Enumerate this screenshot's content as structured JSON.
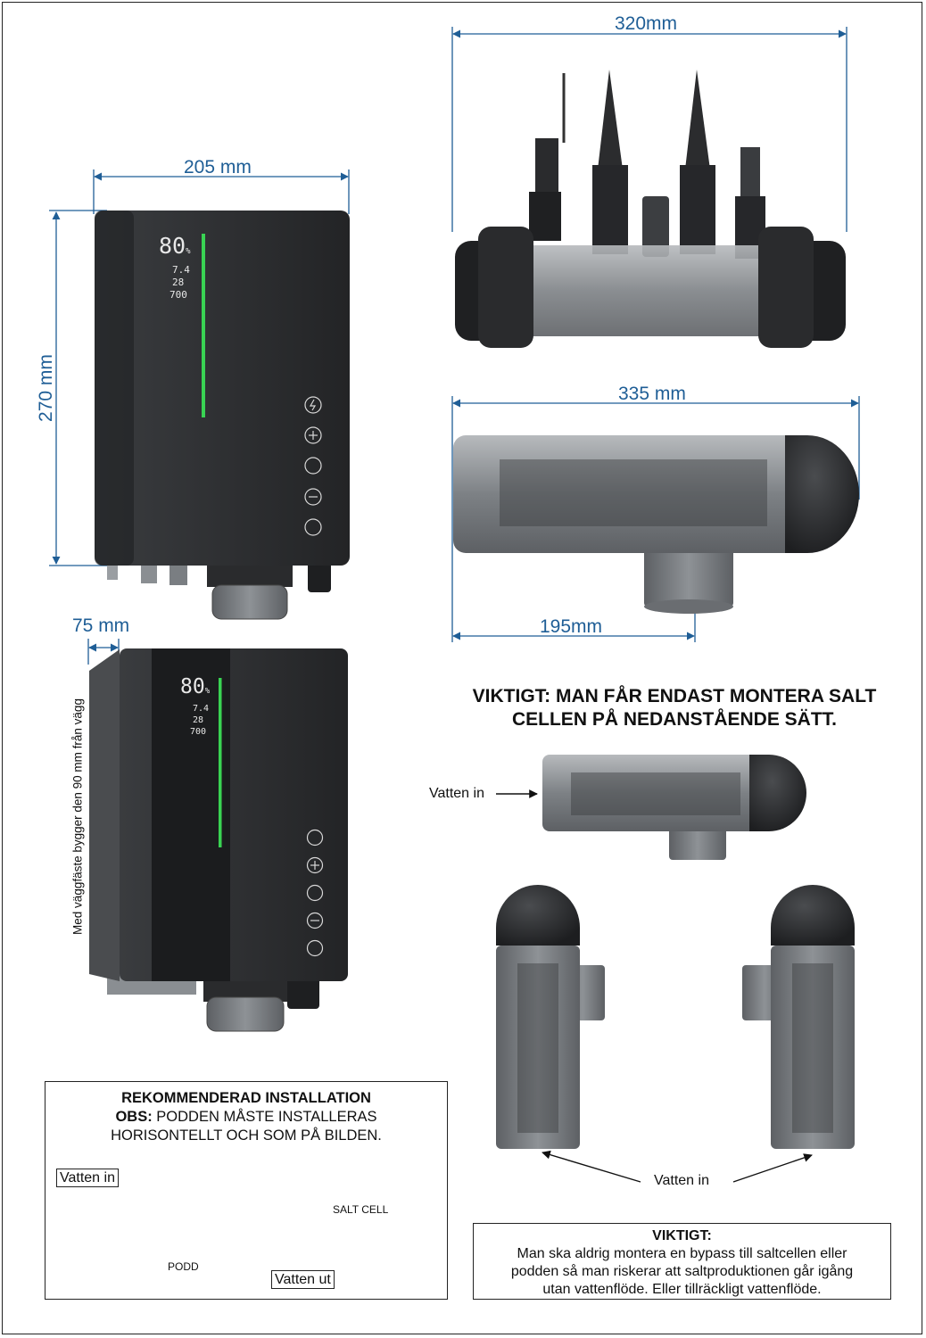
{
  "dimensions": {
    "top_width": "320mm",
    "controller_width": "205 mm",
    "controller_height": "270 mm",
    "cell_length": "335 mm",
    "cell_outlet": "195mm",
    "depth": "75 mm",
    "wall_note": "Med väggfäste bygger den 90 mm från vägg"
  },
  "display": {
    "percent": "80",
    "percent_unit": "%",
    "ph": "7.4",
    "temp": "28",
    "orp": "700"
  },
  "heading": {
    "line1": "VIKTIGT: MAN FÅR ENDAST MONTERA SALT",
    "line2": "CELLEN PÅ NEDANSTÅENDE SÄTT."
  },
  "labels": {
    "water_in_top": "Vatten in",
    "water_in_bottom": "Vatten in"
  },
  "recommended": {
    "title": "REKOMMENDERAD INSTALLATION",
    "obs_bold": "OBS:",
    "obs_rest": " PODDEN MÅSTE INSTALLERAS",
    "line3": "HORISONTELLT OCH SOM PÅ BILDEN.",
    "water_in": "Vatten in",
    "water_out": "Vatten ut",
    "salt_cell": "SALT CELL",
    "pod": "PODD"
  },
  "warning": {
    "title": "VIKTIGT:",
    "line1": "Man ska aldrig montera en bypass till saltcellen eller",
    "line2": "podden så man riskerar att saltproduktionen går igång",
    "line3": "utan vattenflöde. Eller tillräckligt vattenflöde."
  },
  "colors": {
    "dimension": "#1f5e96",
    "device": "#2b2d2f",
    "led": "#39d353",
    "clear_body": "#8e9296"
  }
}
